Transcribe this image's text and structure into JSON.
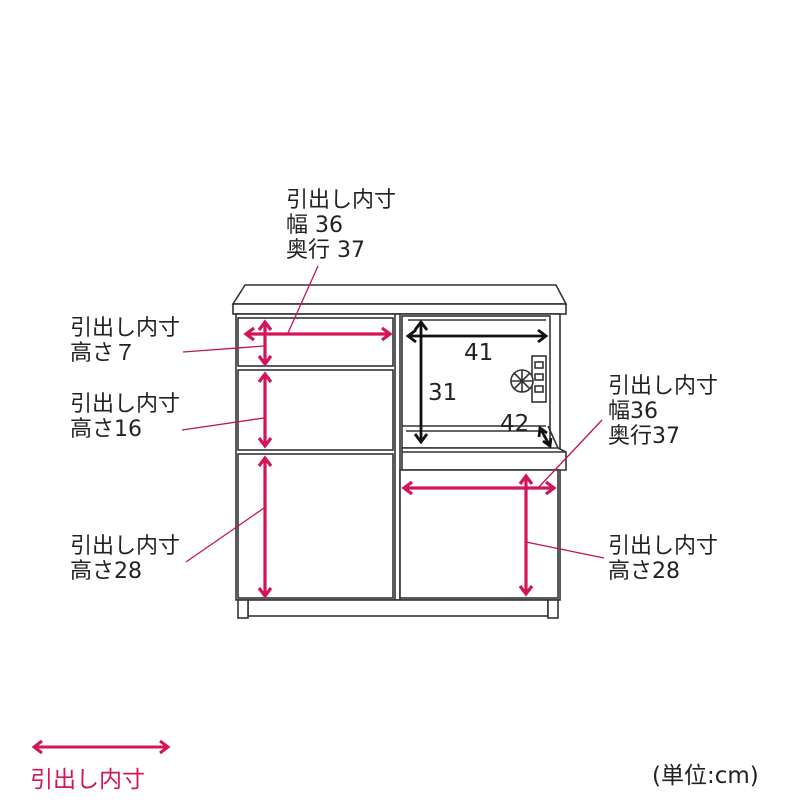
{
  "labels": {
    "top_drawer": {
      "line1": "引出し内寸",
      "line2": "幅 36",
      "line3": "奥行 37"
    },
    "left_small": {
      "line1": "引出し内寸",
      "line2": "高さ７"
    },
    "left_mid": {
      "line1": "引出し内寸",
      "line2": "高さ16"
    },
    "left_low": {
      "line1": "引出し内寸",
      "line2": "高さ28"
    },
    "right_slide": {
      "line1": "引出し内寸",
      "line2": "幅36",
      "line3": "奥行37"
    },
    "right_low": {
      "line1": "引出し内寸",
      "line2": "高さ28"
    }
  },
  "dimensions": {
    "width": "41",
    "height": "31",
    "depth": "42"
  },
  "legend": {
    "text": "引出し内寸",
    "color": "#d4145a"
  },
  "unit": "(単位:cm)"
}
